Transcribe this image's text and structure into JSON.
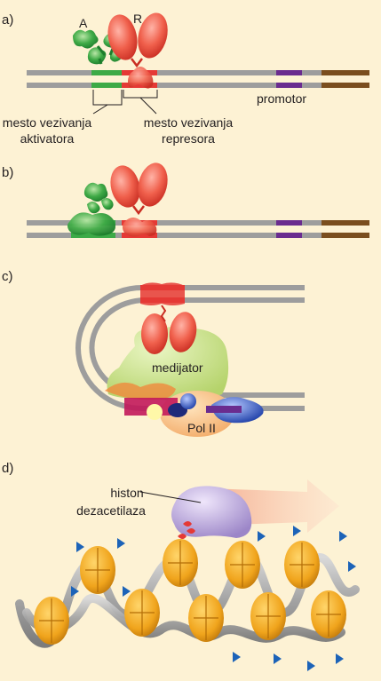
{
  "panels": {
    "a": {
      "letter": "a)",
      "activator_letter": "A",
      "repressor_letter": "R",
      "promoter_label": "promotor",
      "activator_site_line1": "mesto vezivanja",
      "activator_site_line2": "aktivatora",
      "repressor_site_line1": "mesto vezivanja",
      "repressor_site_line2": "represora"
    },
    "b": {
      "letter": "b)"
    },
    "c": {
      "letter": "c)",
      "mediator_label": "medijator",
      "polymerase_label": "Pol II"
    },
    "d": {
      "letter": "d)",
      "hdac_line1": "histon",
      "hdac_line2": "dezacetilaza"
    }
  },
  "colors": {
    "background": "#fdf2d4",
    "dna": "#9d9d9d",
    "activator_site": "#3daa47",
    "repressor_site": "#e53935",
    "promoter": "#6a2c8f",
    "gene": "#7a4e1e",
    "mediator": "#c5dc86",
    "polymerase": "#f7c48a",
    "histone": "#f0a41c",
    "acetyl_flag": "#1c63b8",
    "hdac": "#b7a3d8"
  }
}
